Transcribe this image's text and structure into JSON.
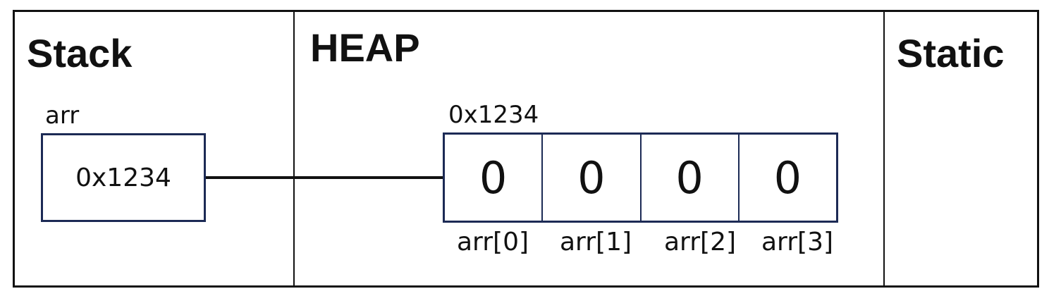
{
  "sections": {
    "stack_title": "Stack",
    "heap_title": "HEAP",
    "static_title": "Static"
  },
  "stack": {
    "variable_name": "arr",
    "variable_value": "0x1234"
  },
  "heap": {
    "address_label": "0x1234",
    "cells": [
      "0",
      "0",
      "0",
      "0"
    ],
    "indices": [
      "arr[0]",
      "arr[1]",
      "arr[2]",
      "arr[3]"
    ]
  },
  "colors": {
    "outline": "#111111",
    "box_border": "#1c2a55"
  }
}
